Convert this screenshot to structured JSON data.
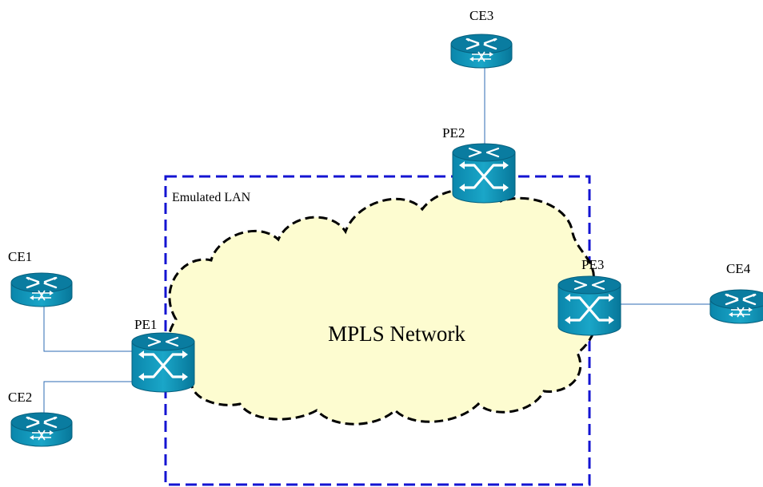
{
  "diagram": {
    "emulated_lan_label": "Emulated LAN",
    "cloud_label": "MPLS Network",
    "devices": {
      "ce1": {
        "label": "CE1",
        "type": "router"
      },
      "ce2": {
        "label": "CE2",
        "type": "router"
      },
      "ce3": {
        "label": "CE3",
        "type": "router"
      },
      "ce4": {
        "label": "CE4",
        "type": "router"
      },
      "pe1": {
        "label": "PE1",
        "type": "switch"
      },
      "pe2": {
        "label": "PE2",
        "type": "switch"
      },
      "pe3": {
        "label": "PE3",
        "type": "switch"
      }
    },
    "links": [
      {
        "from": "CE1",
        "to": "PE1"
      },
      {
        "from": "CE2",
        "to": "PE1"
      },
      {
        "from": "CE3",
        "to": "PE2"
      },
      {
        "from": "CE4",
        "to": "PE3"
      }
    ],
    "colors": {
      "device_body": "#0b8fb2",
      "device_top": "#0a7ca0",
      "cloud_fill": "#fdfcd0",
      "cloud_outline": "#000000",
      "emulated_lan_border": "#1414d2",
      "link": "#2d6bb3"
    }
  }
}
